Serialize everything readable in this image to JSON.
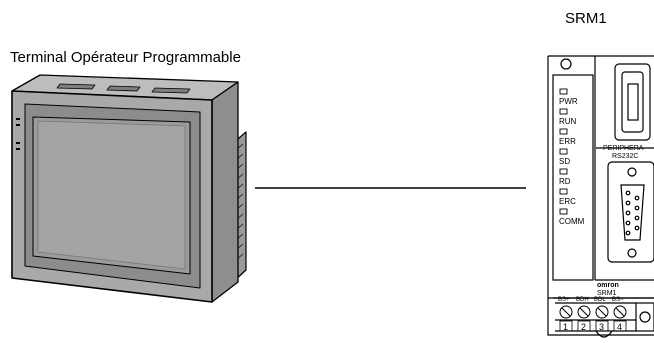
{
  "terminal": {
    "label": "Terminal Opérateur Programmable"
  },
  "plc": {
    "label": "SRM1",
    "leds": [
      "PWR",
      "RUN",
      "ERR",
      "SD",
      "RD",
      "ERC",
      "COMM"
    ],
    "ports": {
      "peripheral": "PERIPHERA",
      "rs232c": "RS232C"
    },
    "brand": "omron",
    "model": "SRM1",
    "terminal_labels": [
      "BS+",
      "BDH",
      "BDL",
      "BS−"
    ],
    "terminal_numbers": [
      "1",
      "2",
      "3",
      "4"
    ]
  },
  "icons": [
    "operator-terminal-device",
    "plc-unit",
    "connection-line",
    "screw-terminal-icon"
  ]
}
